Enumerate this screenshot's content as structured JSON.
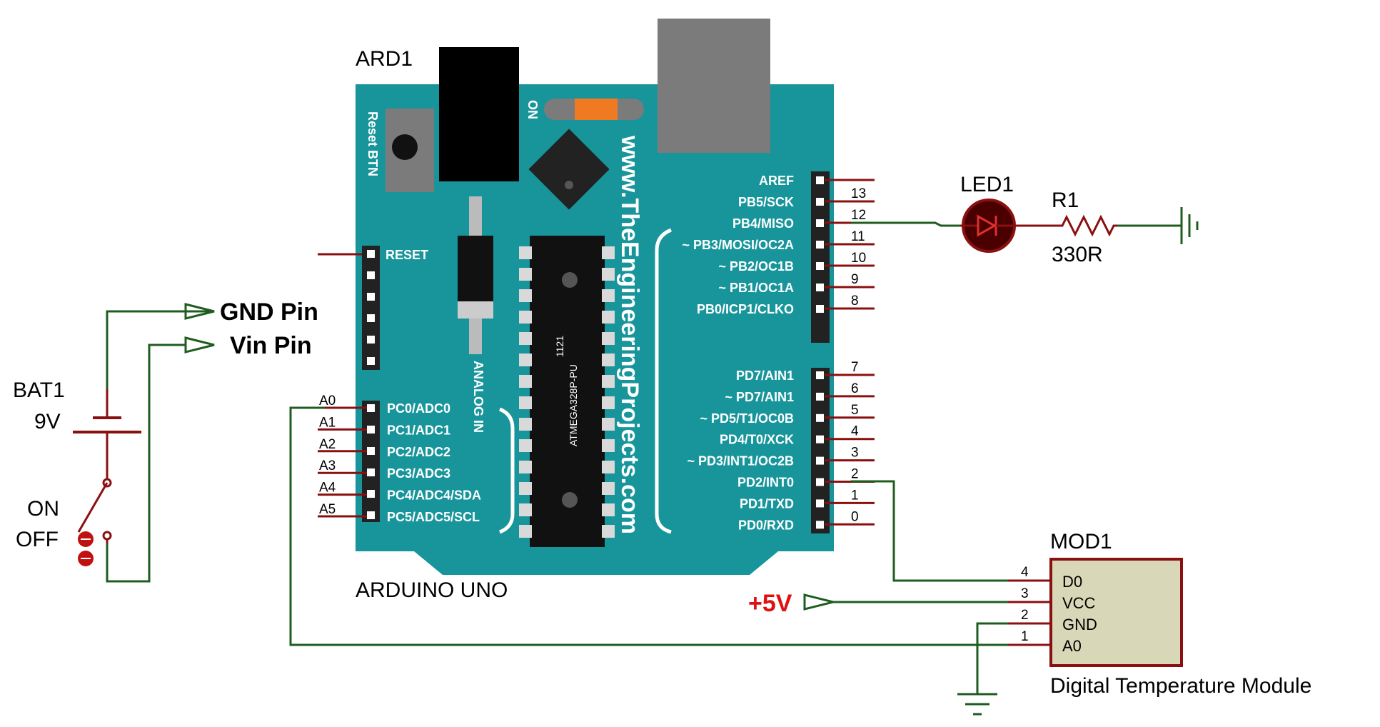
{
  "colors": {
    "board": "#17959b",
    "wire": "#1f5c1f",
    "pin": "#8a1010",
    "module_fill": "#d8d7b8",
    "power_label": "#e01010"
  },
  "arduino": {
    "ref": "ARD1",
    "name": "ARDUINO UNO",
    "website": "www.TheEngineeringProjects.com",
    "chip": "ATMEGA328P-PU",
    "chip_code": "1121",
    "reset_btn": "Reset BTN",
    "on_label": "ON",
    "analog_in": "ANALOG IN",
    "reset_pin": "RESET",
    "analog_pins": [
      {
        "label": "PC0/ADC0",
        "num": "A0"
      },
      {
        "label": "PC1/ADC1",
        "num": "A1"
      },
      {
        "label": "PC2/ADC2",
        "num": "A2"
      },
      {
        "label": "PC3/ADC3",
        "num": "A3"
      },
      {
        "label": "PC4/ADC4/SDA",
        "num": "A4"
      },
      {
        "label": "PC5/ADC5/SCL",
        "num": "A5"
      }
    ],
    "digital_pins_top": [
      {
        "label": "AREF",
        "num": ""
      },
      {
        "label": "PB5/SCK",
        "num": "13"
      },
      {
        "label": "PB4/MISO",
        "num": "12"
      },
      {
        "label": "~ PB3/MOSI/OC2A",
        "num": "11"
      },
      {
        "label": "~ PB2/OC1B",
        "num": "10"
      },
      {
        "label": "~ PB1/OC1A",
        "num": "9"
      },
      {
        "label": "PB0/ICP1/CLKO",
        "num": "8"
      }
    ],
    "digital_pins_bottom": [
      {
        "label": "PD7/AIN1",
        "num": "7"
      },
      {
        "label": "~ PD7/AIN1",
        "num": "6"
      },
      {
        "label": "~ PD5/T1/OC0B",
        "num": "5"
      },
      {
        "label": "PD4/T0/XCK",
        "num": "4"
      },
      {
        "label": "~ PD3/INT1/OC2B",
        "num": "3"
      },
      {
        "label": "PD2/INT0",
        "num": "2"
      },
      {
        "label": "PD1/TXD",
        "num": "1"
      },
      {
        "label": "PD0/RXD",
        "num": "0"
      }
    ]
  },
  "led": {
    "ref": "LED1"
  },
  "resistor": {
    "ref": "R1",
    "value": "330R"
  },
  "battery": {
    "ref": "BAT1",
    "value": "9V"
  },
  "switch": {
    "on": "ON",
    "off": "OFF"
  },
  "terminals": {
    "gnd": "GND Pin",
    "vin": "Vin Pin",
    "power": "+5V"
  },
  "module": {
    "ref": "MOD1",
    "name": "Digital Temperature Module",
    "pins": [
      {
        "label": "D0",
        "num": "4"
      },
      {
        "label": "VCC",
        "num": "3"
      },
      {
        "label": "GND",
        "num": "2"
      },
      {
        "label": "A0",
        "num": "1"
      }
    ]
  }
}
